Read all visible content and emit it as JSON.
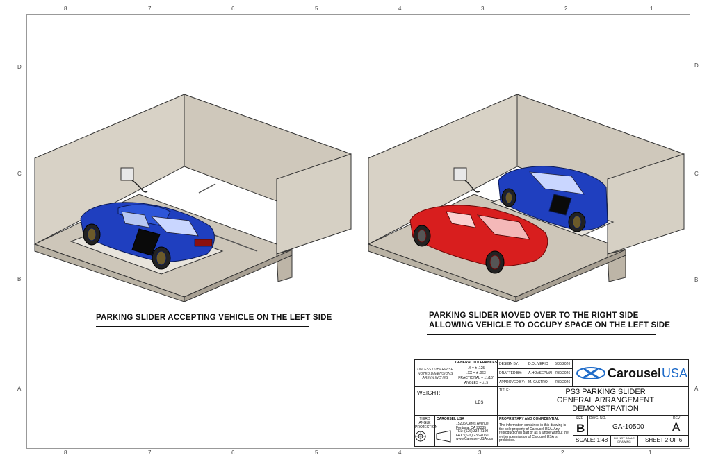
{
  "zones": {
    "top": [
      "8",
      "7",
      "6",
      "5",
      "4",
      "3",
      "2",
      "1"
    ],
    "bottom": [
      "8",
      "7",
      "6",
      "5",
      "4",
      "3",
      "2",
      "1"
    ],
    "left": [
      "D",
      "C",
      "B",
      "A"
    ],
    "right": [
      "D",
      "C",
      "B",
      "A"
    ]
  },
  "captions": {
    "left": "PARKING SLIDER ACCEPTING VEHICLE ON THE LEFT SIDE",
    "right_line1": "PARKING SLIDER MOVED OVER TO THE RIGHT SIDE",
    "right_line2": "ALLOWING VEHICLE TO OCCUPY SPACE ON  THE LEFT SIDE"
  },
  "colors": {
    "wall": "#d6d0c4",
    "wall_dark": "#c6bfb2",
    "floor": "#cdc6b9",
    "blue_car": "#1f3fbf",
    "red_car": "#d81e1e",
    "slider": "#e8e4dc"
  },
  "title_block": {
    "unless": "UNLESS OTHERWISE NOTED DIMENSIONS ARE IN INCHES",
    "tol_title": "GENERAL TOLERANCES",
    "tol_lines": [
      ".X = ± .125",
      ".XX = ± .063",
      "FRACTIONAL = ±1/16\"",
      "ANGLES = ± .5"
    ],
    "design_by_label": "DESIGN BY:",
    "design_by": "D.OLIVERIO",
    "design_date": "6/30/2020",
    "drafted_by_label": "DRAFTED BY:",
    "drafted_by": "A.HOVSEPIAN",
    "drafted_date": "7/30/2026",
    "approved_by_label": "APPROVED BY:",
    "approved_by": "M. CASTRO",
    "approved_date": "7/30/2026",
    "logo_text": "Carousel",
    "logo_usa": "USA",
    "title_label": "TITLE:",
    "title_lines": [
      "PS3 PARKING SLIDER",
      "GENERAL ARRANGEMENT",
      "DEMONSTRATION"
    ],
    "weight_label": "WEIGHT:",
    "weight_unit": "LBS",
    "projection": "THIRD ANGLE PROJECTION",
    "company": "CAROUSEL USA",
    "address": [
      "15206 Ceres Avenue",
      "Fontana, CA 92335",
      "TEL: (626) 334-7190",
      "FAX: (626) 236-4060",
      "www.Carousel-USA.com"
    ],
    "proprietary_title": "PROPRIETARY AND CONFIDENTIAL",
    "proprietary_text": "The information contained in this drawing is the sole property of Carousel USA. Any reproduction in part or as a whole without the written permission of Carousel USA is prohibited.",
    "size_label": "SIZE",
    "size": "B",
    "dwg_label": "DWG.  NO.",
    "dwg_no": "GA-10500",
    "rev_label": "REV",
    "rev": "A",
    "scale": "SCALE: 1:48",
    "do_not_scale": "DO NOT SCALE DRAWING",
    "sheet": "SHEET 2 OF 6"
  }
}
